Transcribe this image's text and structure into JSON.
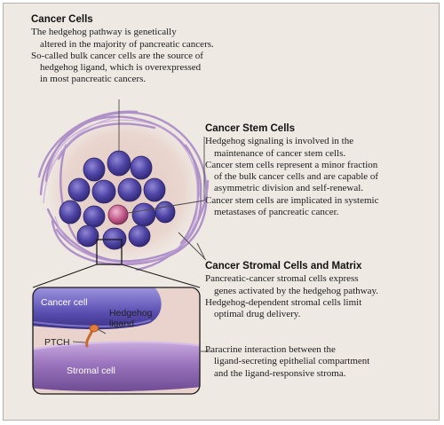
{
  "sections": {
    "cancer_cells": {
      "heading": "Cancer Cells",
      "paragraphs": [
        [
          "The hedgehog pathway is genetically",
          "altered in the majority of pancreatic cancers."
        ],
        [
          "So-called bulk cancer cells are the source of",
          "hedgehog ligand, which is overexpressed",
          "in most pancreatic cancers."
        ]
      ]
    },
    "cancer_stem_cells": {
      "heading": "Cancer Stem Cells",
      "paragraphs": [
        [
          "Hedgehog signaling is involved in the",
          "maintenance of cancer stem cells."
        ],
        [
          "Cancer stem cells represent a minor fraction",
          "of the bulk cancer cells and are capable of",
          "asymmetric division and self-renewal."
        ],
        [
          "Cancer stem cells are implicated in systemic",
          "metastases of pancreatic cancer."
        ]
      ]
    },
    "stromal": {
      "heading": "Cancer Stromal Cells and Matrix",
      "paragraphs": [
        [
          "Pancreatic-cancer stromal cells express",
          "genes activated by the hedgehog pathway."
        ],
        [
          "Hedgehog-dependent stromal cells limit",
          "optimal drug delivery."
        ]
      ]
    },
    "paracrine": {
      "paragraphs": [
        [
          "Paracrine interaction between the",
          "ligand-secreting epithelial compartment",
          "and the ligand-responsive stroma."
        ]
      ]
    }
  },
  "inset": {
    "cancer_cell": "Cancer cell",
    "hedgehog_ligand": [
      "Hedgehog",
      "ligand"
    ],
    "ptch": "PTCH",
    "stromal_cell": "Stromal cell"
  },
  "colors": {
    "background": "#efe9e3",
    "cancer_cell": "#4a3f9a",
    "stem_cell": "#b14a7a",
    "stroma": "#a887c2",
    "ligand": "#e07a2e"
  }
}
